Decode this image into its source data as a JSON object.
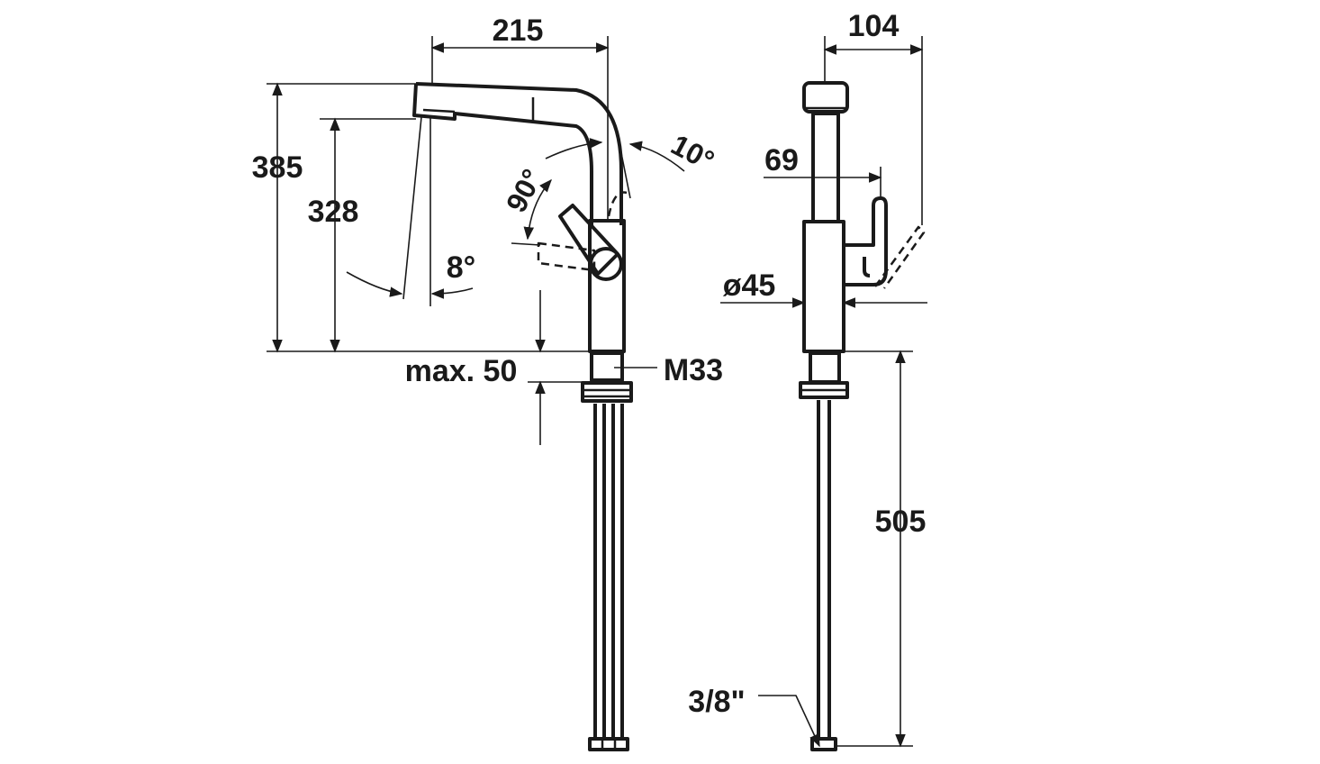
{
  "dimensions": {
    "width_215": "215",
    "height_385": "385",
    "height_328": "328",
    "angle_8": "8°",
    "angle_90": "90°",
    "angle_10": "10°",
    "max_50": "max. 50",
    "thread_m33": "M33",
    "width_104": "104",
    "offset_69": "69",
    "diameter_45": "ø45",
    "hose_505": "505",
    "connection_3_8": "3/8\""
  },
  "colors": {
    "line": "#1a1a1a",
    "background": "#ffffff"
  }
}
